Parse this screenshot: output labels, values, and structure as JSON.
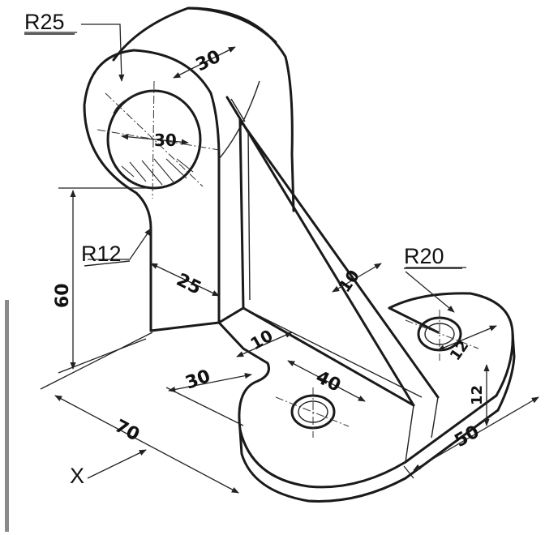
{
  "labels": {
    "r25": "R25",
    "r12": "R12",
    "r20": "R20",
    "d30_top": "30",
    "d30_hole": "30",
    "d60": "60",
    "d25": "25",
    "d10_rib": "10",
    "d10_base": "10",
    "d40": "40",
    "d30_base": "30",
    "d70": "70",
    "d12_a": "12",
    "d12_b": "12",
    "d50": "50",
    "x_axis": "X"
  }
}
